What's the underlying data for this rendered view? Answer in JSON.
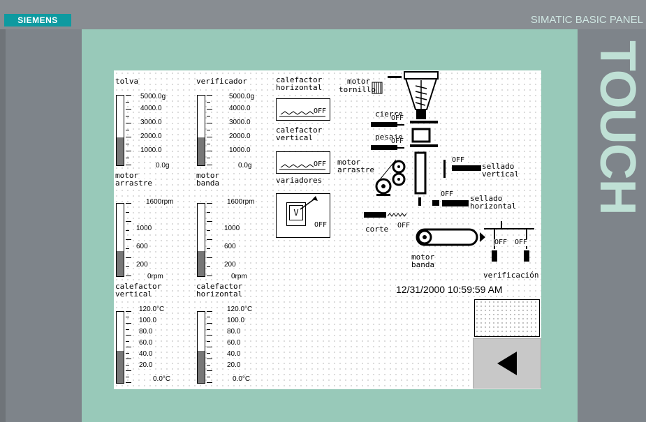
{
  "device": {
    "brand": "SIEMENS",
    "model": "SIMATIC BASIC PANEL",
    "touch": "TOUCH"
  },
  "gauges": [
    {
      "label": "tolva",
      "scale": [
        "5000.0g",
        "4000.0",
        "3000.0",
        "2000.0",
        "1000.0",
        "0.0g"
      ],
      "level": 0.4
    },
    {
      "label": "verificador",
      "scale": [
        "5000.0g",
        "4000.0",
        "3000.0",
        "2000.0",
        "1000.0",
        "0.0g"
      ],
      "level": 0.4
    },
    {
      "label": "motor arrastre",
      "label1": "motor",
      "label2": "arrastre",
      "scale": [
        "1600rpm",
        "1000",
        "600",
        "200",
        "0rpm"
      ],
      "level": 0.35
    },
    {
      "label": "motor banda",
      "label1": "motor",
      "label2": "banda",
      "scale": [
        "1600rpm",
        "1000",
        "600",
        "200",
        "0rpm"
      ],
      "level": 0.35
    },
    {
      "label": "calefactor vertical",
      "label1": "calefactor",
      "label2": "vertical",
      "scale": [
        "120.0°C",
        "100.0",
        "80.0",
        "60.0",
        "40.0",
        "20.0",
        "0.0°C"
      ],
      "level": 0.45
    },
    {
      "label": "calefactor horizontal",
      "label1": "calefactor",
      "label2": "horizontal",
      "scale": [
        "120.0°C",
        "100.0",
        "80.0",
        "60.0",
        "40.0",
        "20.0",
        "0.0°C"
      ],
      "level": 0.45
    }
  ],
  "heaters": {
    "horizontal": {
      "l1": "calefactor",
      "l2": "horizontal",
      "state": "OFF"
    },
    "vertical": {
      "l1": "calefactor",
      "l2": "vertical",
      "state": "OFF"
    },
    "drives": {
      "label": "variadores",
      "state": "OFF",
      "symbol": "V"
    }
  },
  "process": {
    "motor_tornillo": {
      "l1": "motor",
      "l2": "tornillo"
    },
    "cierre": {
      "label": "cierre",
      "state": "OFF"
    },
    "pesaje": {
      "label": "pesaje",
      "state": "OFF"
    },
    "motor_arrastre": {
      "l1": "motor",
      "l2": "arrastre"
    },
    "sellado_vertical": {
      "l1": "sellado",
      "l2": "vertical",
      "state": "OFF"
    },
    "sellado_horizontal": {
      "l1": "sellado",
      "l2": "horizontal",
      "state": "OFF"
    },
    "corte": {
      "label": "corte",
      "state": "OFF"
    },
    "motor_banda": {
      "l1": "motor",
      "l2": "banda"
    },
    "verificacion": {
      "label": "verificación",
      "state1": "OFF",
      "state2": "OFF"
    }
  },
  "datetime": "12/31/2000 10:59:59 AM",
  "back_icon": "left-triangle-icon",
  "colors": {
    "bezel": "#98c9b9",
    "brand": "#0e9aa0",
    "gauge_fill": "#777777"
  }
}
